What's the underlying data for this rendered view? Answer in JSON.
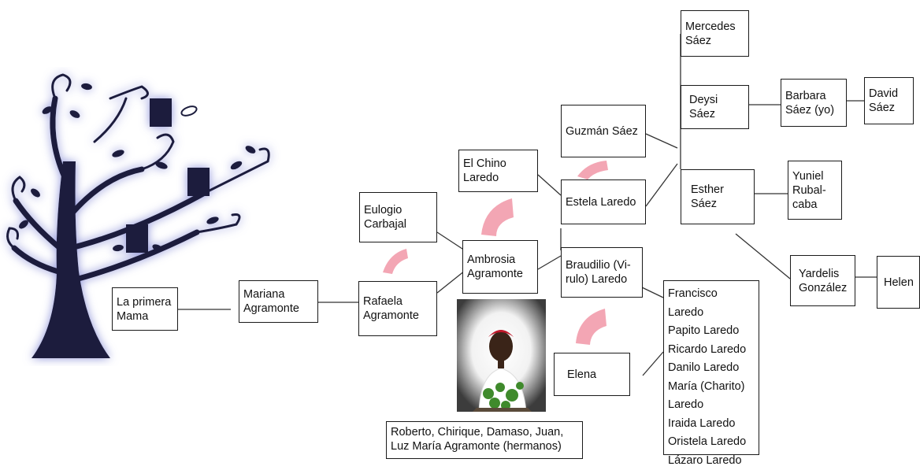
{
  "people": {
    "la_primera_mama": "La primera\nMama",
    "mariana": "Mariana\nAgramonte",
    "rafaela": "Rafaela\nAgramonte",
    "eulogio": "Eulogio\nCarbajal",
    "ambrosia": "Ambrosia\nAgramonte",
    "chino": "El Chino\nLaredo",
    "estela": "Estela Laredo",
    "guzman": "Guzmán Sáez",
    "braudilio": "Braudilio (Vi-\nrulo) Laredo",
    "elena": "Elena",
    "mercedes": "Mercedes\nSáez",
    "deysi": "Deysi Sáez",
    "barbara": "Barbara\nSáez (yo)",
    "david": "David\nSáez",
    "esther": "Esther\nSáez",
    "yuniel": "Yuniel\nRubal-\ncaba",
    "yardelis": "Yardelis\nGonzález",
    "helen": "Helen"
  },
  "siblings_list": [
    "Francisco Laredo",
    "Papito Laredo",
    "Ricardo Laredo",
    "Danilo Laredo",
    "María (Charito)",
    "Laredo",
    "Iraida Laredo",
    "Oristela Laredo",
    "Lázaro Laredo"
  ],
  "hermanos_caption": "Roberto, Chirique, Damaso, Juan,\nLuz María Agramonte (hermanos)",
  "colors": {
    "tree": "#1c1d3d",
    "tree_glow": "#8d92d8",
    "marriage_arc": "#f3a6b4",
    "line": "#333333"
  },
  "icons": {
    "tree": "family-tree-illustration",
    "marriage": "marriage-arc-icon",
    "portrait": "portrait-photo"
  }
}
